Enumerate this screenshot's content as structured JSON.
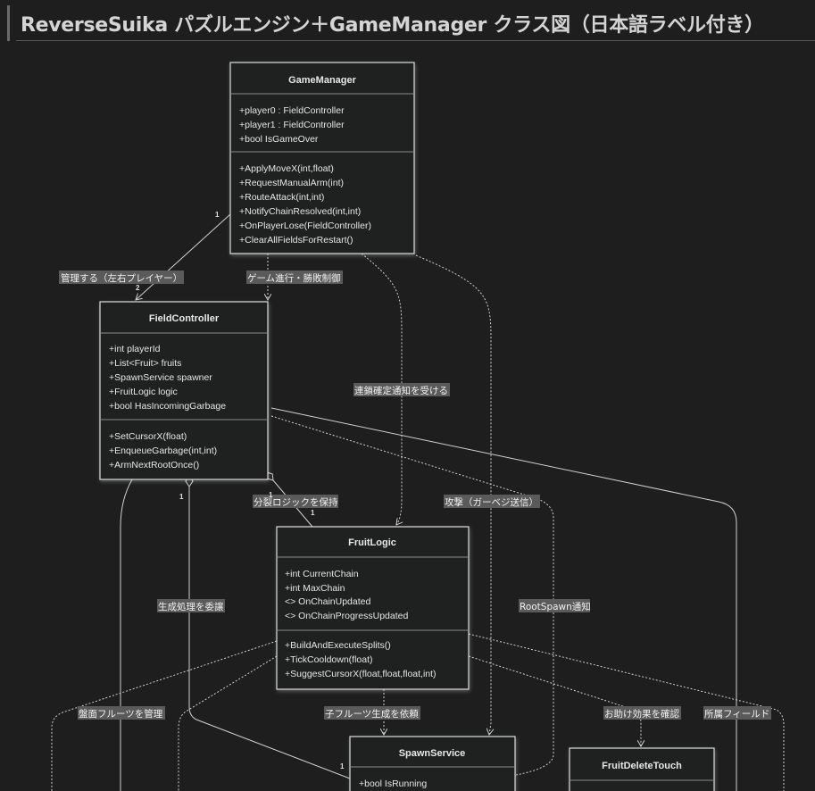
{
  "title": "ReverseSuika パズルエンジン＋GameManager クラス図（日本語ラベル付き）",
  "classes": {
    "game_manager": {
      "name": "GameManager",
      "attributes": [
        "+player0 : FieldController",
        "+player1 : FieldController",
        "+bool IsGameOver"
      ],
      "methods": [
        "+ApplyMoveX(int,float)",
        "+RequestManualArm(int)",
        "+RouteAttack(int,int)",
        "+NotifyChainResolved(int,int)",
        "+OnPlayerLose(FieldController)",
        "+ClearAllFieldsForRestart()"
      ]
    },
    "field_controller": {
      "name": "FieldController",
      "attributes": [
        "+int playerId",
        "+List<Fruit> fruits",
        "+SpawnService spawner",
        "+FruitLogic logic",
        "+bool HasIncomingGarbage"
      ],
      "methods": [
        "+SetCursorX(float)",
        "+EnqueueGarbage(int,int)",
        "+ArmNextRootOnce()"
      ]
    },
    "fruit_logic": {
      "name": "FruitLogic",
      "attributes": [
        "+int CurrentChain",
        "+int MaxChain",
        "<> OnChainUpdated",
        "<> OnChainProgressUpdated"
      ],
      "methods": [
        "+BuildAndExecuteSplits()",
        "+TickCooldown(float)",
        "+SuggestCursorX(float,float,float,int)"
      ]
    },
    "spawn_service": {
      "name": "SpawnService",
      "attributes": [
        "+bool IsRunning"
      ]
    },
    "fruit_delete_touch": {
      "name": "FruitDeleteTouch"
    }
  },
  "relations": {
    "manages_players": {
      "label": "管理する（左右プレイヤー）",
      "from_mult": "1",
      "to_mult": "2"
    },
    "game_progress": {
      "label": "ゲーム進行・勝敗制御"
    },
    "chain_notify": {
      "label": "連鎖確定通知を受ける"
    },
    "attack": {
      "label": "攻撃（ガーベジ送信）"
    },
    "holds_split_logic": {
      "label": "分裂ロジックを保持",
      "from_mult": "1",
      "to_mult": "1"
    },
    "delegate_spawn": {
      "label": "生成処理を委譲",
      "from_mult": "1",
      "to_mult": "1"
    },
    "root_spawn": {
      "label": "RootSpawn通知"
    },
    "board_fruits": {
      "label": "盤面フルーツを管理"
    },
    "child_spawn": {
      "label": "子フルーツ生成を依頼"
    },
    "helper_effect": {
      "label": "お助け効果を確認"
    },
    "owner_field": {
      "label": "所属フィールド"
    }
  }
}
